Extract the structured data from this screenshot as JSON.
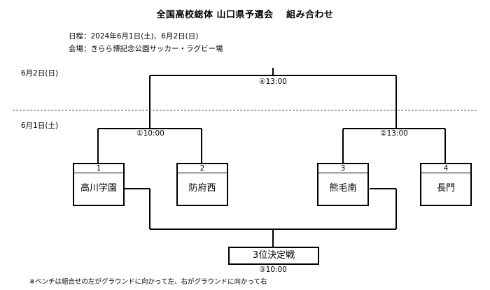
{
  "header": {
    "title": "全国高校総体 山口県予選会　 組み合わせ",
    "date_line": "日程：2024年6月1日(土)、6月2日(日)",
    "venue_line": "会場：きらら博記念公園サッカー・ラグビー場"
  },
  "days": {
    "day2": "6月2日(日)",
    "day1": "6月1日(土)"
  },
  "matches": {
    "m1_time": "①10:00",
    "m2_time": "②13:00",
    "m3_time": "③10:00",
    "m4_time": "④13:00"
  },
  "teams": [
    {
      "num": "1",
      "name": "高川学園"
    },
    {
      "num": "2",
      "name": "防府西"
    },
    {
      "num": "3",
      "name": "熊毛南"
    },
    {
      "num": "4",
      "name": "長門"
    }
  ],
  "third_place": {
    "label": "3位決定戦"
  },
  "footer": {
    "note": "※ベンチは組合せの左がグラウンドに向かって左、右がグラウンドに向かって右"
  }
}
